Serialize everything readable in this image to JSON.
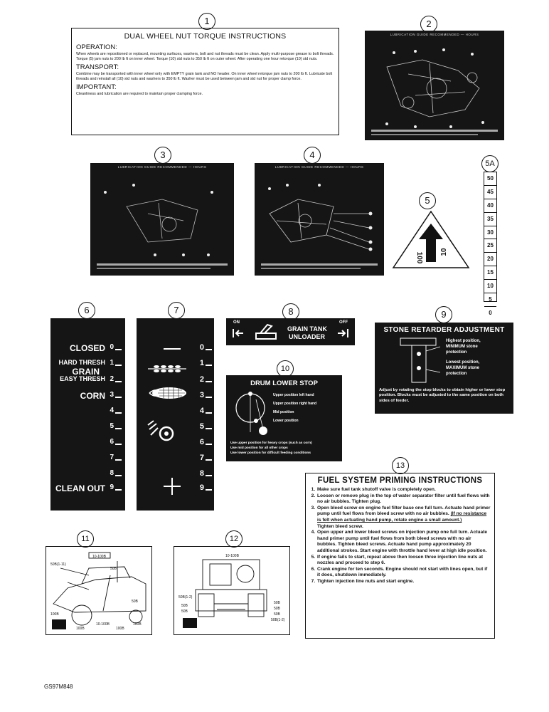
{
  "callouts": [
    "1",
    "2",
    "3",
    "4",
    "5",
    "5A",
    "6",
    "7",
    "8",
    "9",
    "10",
    "11",
    "12",
    "13"
  ],
  "decal1": {
    "title": "DUAL WHEEL NUT TORQUE INSTRUCTIONS",
    "operation_heading": "OPERATION:",
    "operation_text": "When wheels are repositioned or replaced, mounting surfaces, washers, bolt and nut threads must be clean. Apply multi-purpose grease to bolt threads. Torque (5) jam nuts to 200 lb ft on inner wheel. Torque (10) std nuts to 350 lb ft on outer wheel. After operating one hour retorque (10) std nuts.",
    "transport_heading": "TRANSPORT:",
    "transport_text": "Combine may be transported with inner wheel only with EMPTY grain tank and NO header. On inner wheel retorque jam nuts to 200 lb ft. Lubricate bolt threads and reinstall all (10) std nuts and washers to 350 lb ft. Washer must be used between jam and std nut for proper clamp force.",
    "important_heading": "IMPORTANT:",
    "important_text": "Cleanliness and lubrication are required to maintain proper clamping force."
  },
  "lube_header": "LUBRICATION GUIDE RECOMMENDED — HOURS",
  "decal5": {
    "arrow_left": "100",
    "arrow_right": "10"
  },
  "decal5a": [
    "50",
    "45",
    "40",
    "35",
    "30",
    "25",
    "20",
    "15",
    "10",
    "5",
    "0"
  ],
  "decal6": {
    "labels": [
      {
        "text": "CLOSED",
        "num": "0"
      },
      {
        "text": "HARD THRESH",
        "num": "1"
      },
      {
        "text": "GRAIN",
        "num": ""
      },
      {
        "text": "EASY THRESH",
        "num": "2"
      },
      {
        "text": "CORN",
        "num": "3"
      },
      {
        "text": "",
        "num": "4"
      },
      {
        "text": "",
        "num": "5"
      },
      {
        "text": "",
        "num": "6"
      },
      {
        "text": "",
        "num": "7"
      },
      {
        "text": "",
        "num": "8"
      },
      {
        "text": "CLEAN OUT",
        "num": "9"
      }
    ]
  },
  "decal7": {
    "nums": [
      "0",
      "1",
      "2",
      "3",
      "4",
      "5",
      "6",
      "7",
      "8",
      "9"
    ],
    "minus_icon": "minus-icon",
    "plus_icon": "plus-icon"
  },
  "decal8": {
    "on": "ON",
    "off": "OFF",
    "line1": "GRAIN TANK",
    "line2": "UNLOADER"
  },
  "decal9": {
    "title": "STONE RETARDER ADJUSTMENT",
    "highest": "Highest position,",
    "minimum": "MINIMUM stone",
    "protection1": "protection",
    "lowest": "Lowest position,",
    "maximum": "MAXIMUM stone",
    "protection2": "protection",
    "footer": "Adjust by rotating the stop blocks to obtain higher or lower stop position. Blocks must be adjusted to the same position on both sides of feeder."
  },
  "decal10": {
    "title": "DRUM LOWER STOP",
    "upper": "Upper position left hand",
    "upper_right": "Upper position right hand",
    "mid": "Mid position",
    "lower": "Lower position",
    "foot1": "Use upper position for heavy crops (such as corn)",
    "foot2": "Use mid position for all other crops",
    "foot3": "Use lower position for difficult feeding conditions"
  },
  "decal11": {
    "labels": [
      "10-100B",
      "50B(1-11)",
      "50B",
      "50B",
      "100B",
      "10-100B",
      "100B",
      "100B",
      "100B"
    ]
  },
  "decal12": {
    "labels": [
      "10-100B",
      "50B(1-2)",
      "50B",
      "50B",
      "50B",
      "50B",
      "50B",
      "50B(1-2)"
    ]
  },
  "decal13": {
    "title": "FUEL SYSTEM PRIMING INSTRUCTIONS",
    "steps": [
      "Make sure fuel tank shutoff valve is completely open.",
      "Loosen or remove plug in the top of water separator filter until fuel flows with no air bubbles. Tighten plug.",
      "Open bleed screw on engine fuel filter base one full turn. Actuate hand primer pump until fuel flows from bleed screw with no air bubbles.",
      "If no resistance is felt when actuating hand pump, rotate engine a small amount.)",
      "Tighten bleed screw.",
      "Open upper and lower bleed screws on injection pump one full turn. Actuate hand primer pump until fuel flows from both bleed screws with no air bubbles. Tighten bleed screws. Actuate hand pump approximately 20 additional strokes. Start engine with throttle hand lever at high idle position.",
      "If engine fails to start, repeat above then loosen three injection line nuts at nozzles and proceed to step 6.",
      "Crank engine for ten seconds. Engine should not start with lines open, but if it does, shutdown immediately.",
      "Tighten injection line nuts and start engine."
    ]
  },
  "footer": "GS97M848"
}
